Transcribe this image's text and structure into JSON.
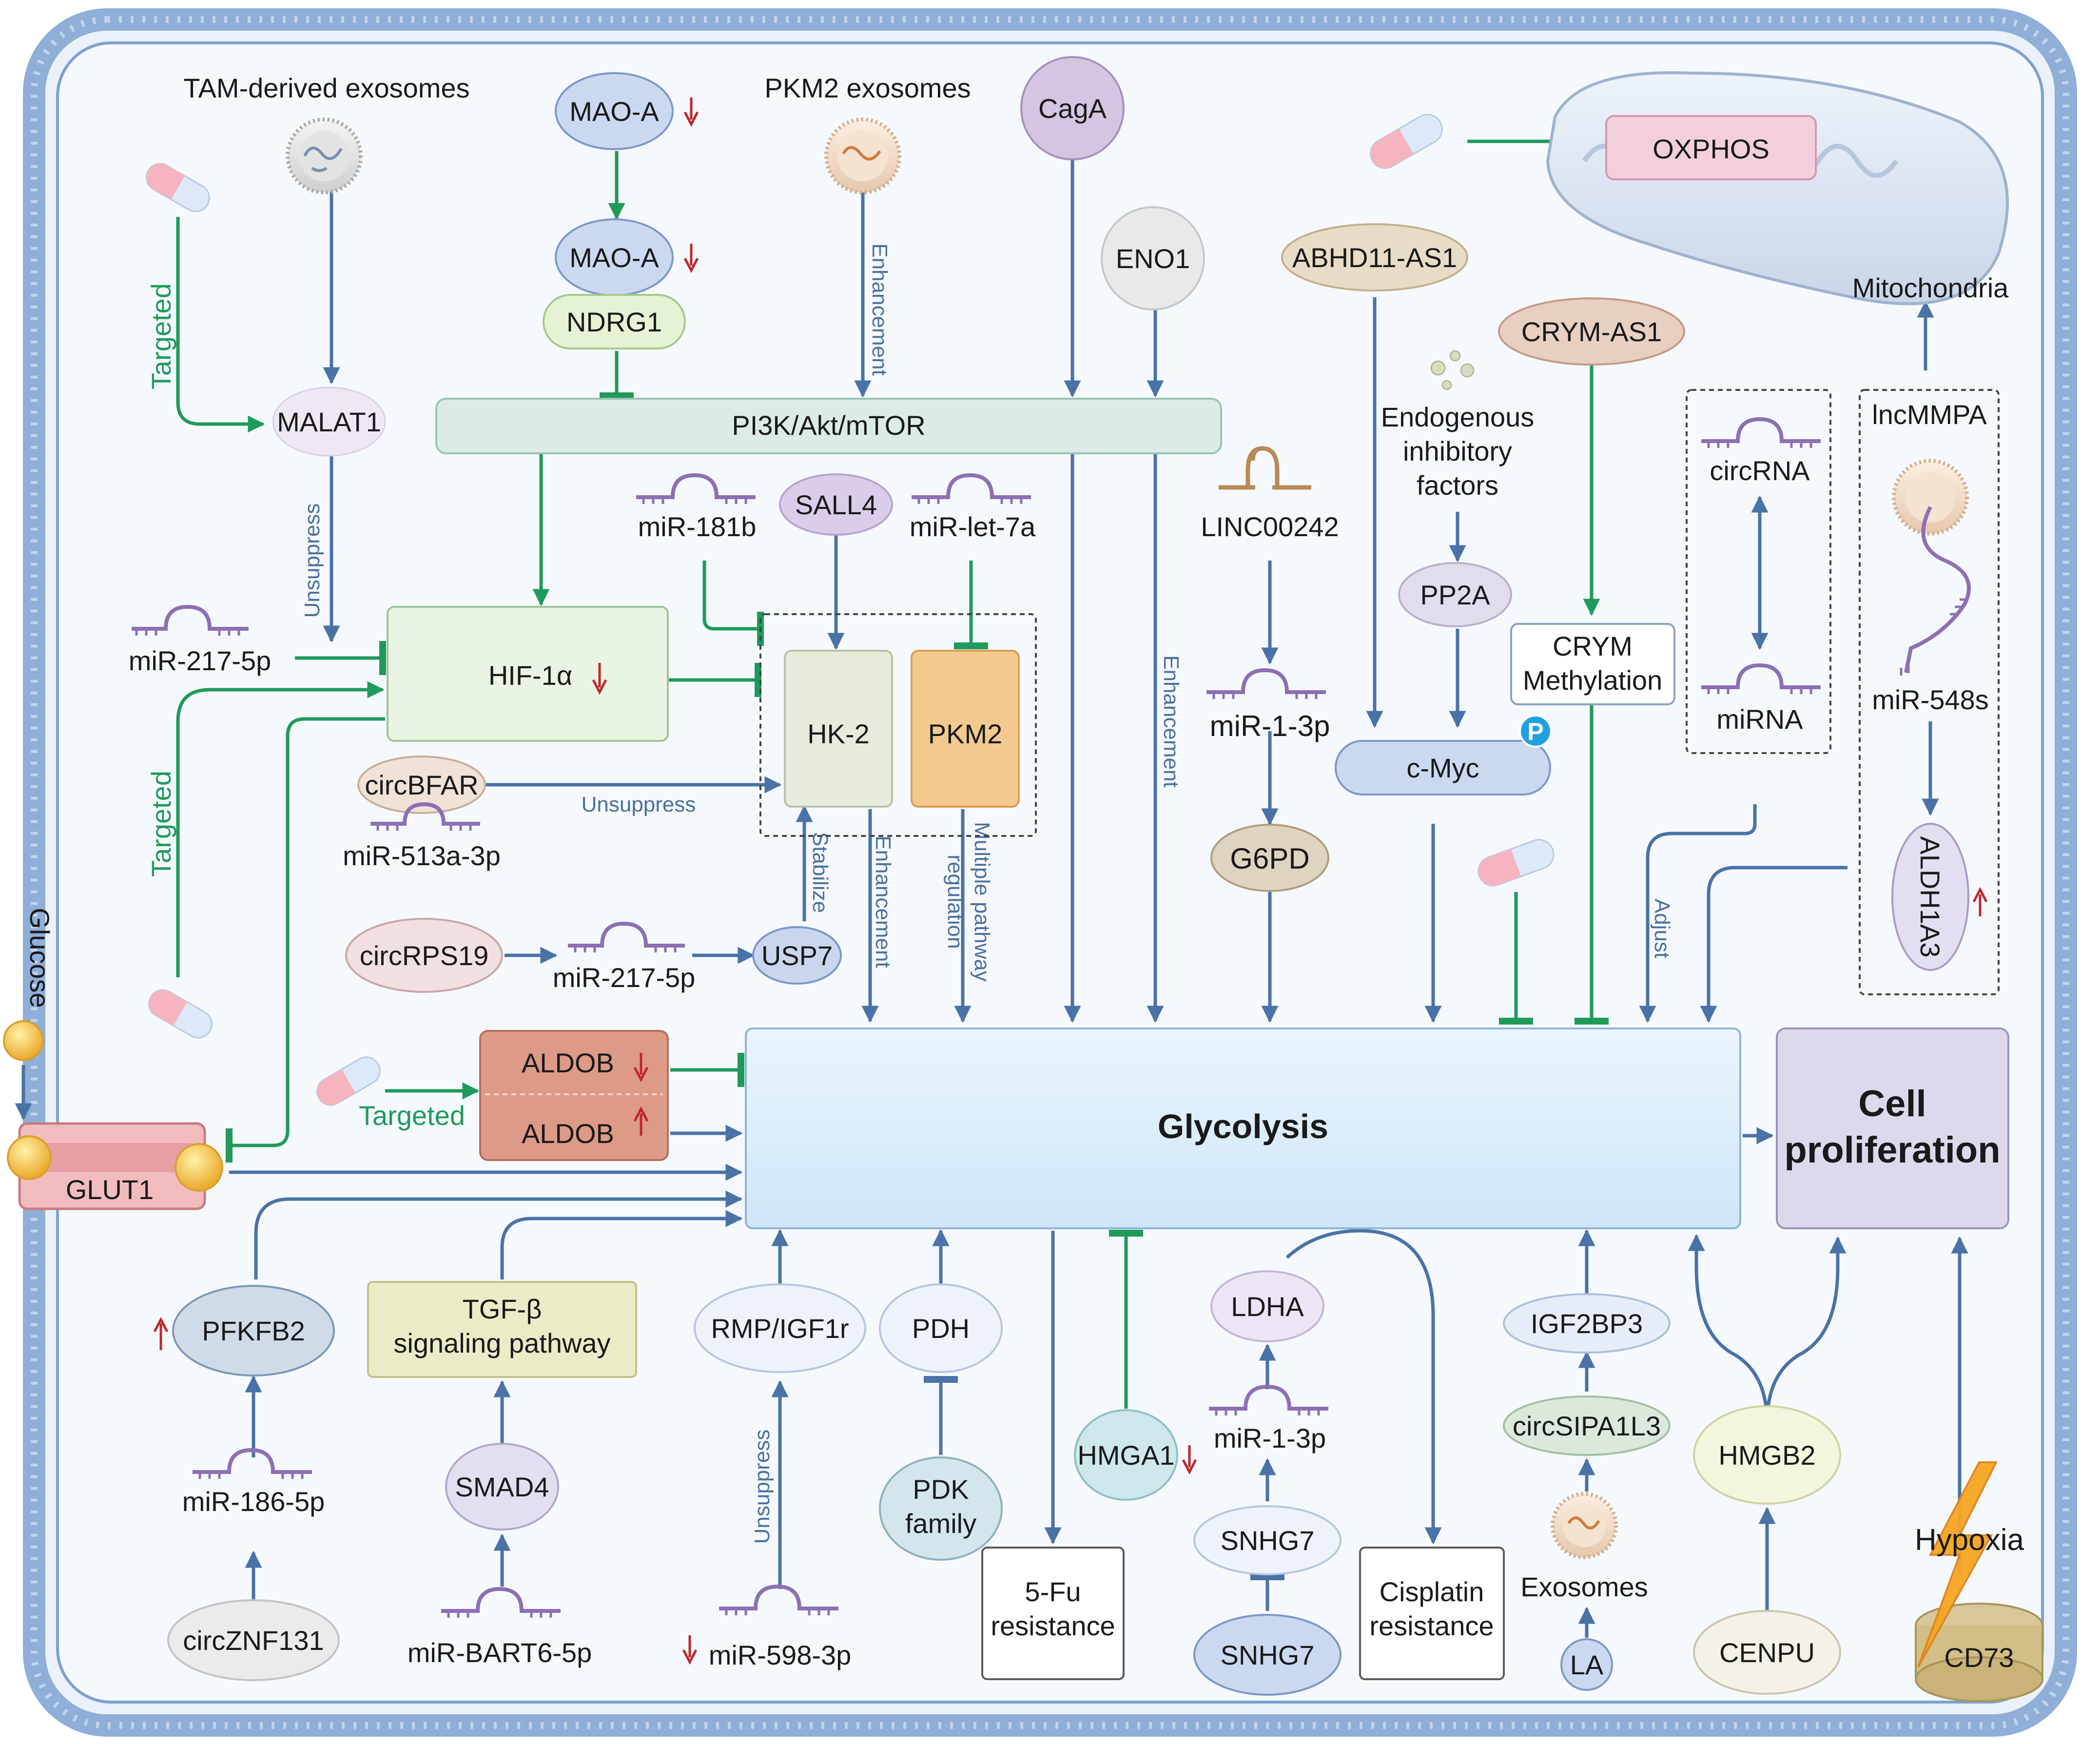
{
  "colors": {
    "blue_arrow": "#4a72a6",
    "green_arrow": "#1f9a5a",
    "red_arrow": "#c0262d",
    "membrane": "#7ea1cf",
    "cell_fill": "#f3f8fd",
    "glycolysis_fill": "#d9ecfb",
    "proliferation_fill": "#ddd8ec",
    "pathway_bar_fill": "#dcebe6",
    "hif_box_fill": "#eaf4e4",
    "hk2_fill": "#e6ebdc",
    "pkm2_fill": "#f3c990",
    "aldob_fill": "#dd9a86",
    "oxphos_fill": "#f3cfdd",
    "mitochondria_fill": "#d7e1ee",
    "glucose_fill": "#f2c14f"
  },
  "icons": [
    "exosome-icon",
    "capsule-drug-icon",
    "mirna-hairpin-icon",
    "lincrna-hairpin-icon",
    "mitochondria-icon",
    "phosphate-badge-icon",
    "lightning-icon",
    "cd73-disc-icon",
    "glucose-dot-icon",
    "up-arrow-icon",
    "down-arrow-icon"
  ],
  "labels": {
    "tam_exosomes": "TAM-derived exosomes",
    "malat1": "MALAT1",
    "targeted_1": "Targeted",
    "unsuppress_1": "Unsuppress",
    "mao_a_1": "MAO-A",
    "mao_a_2": "MAO-A",
    "ndrg1": "NDRG1",
    "pkm2_exosomes": "PKM2 exosomes",
    "enhancement_1": "Enhancement",
    "caga": "CagA",
    "eno1": "ENO1",
    "pi3k": "PI3K/Akt/mTOR",
    "mir181b": "miR-181b",
    "sall4": "SALL4",
    "mirlet7a": "miR-let-7a",
    "mir217_a": "miR-217-5p",
    "hif1a": "HIF-1α",
    "targeted_2": "Targeted",
    "hk2": "HK-2",
    "pkm2": "PKM2",
    "circbfar": "circBFAR",
    "mir513": "miR-513a-3p",
    "unsuppress_2": "Unsuppress",
    "stabilize": "Stabilize",
    "enhancement_2": "Enhancement",
    "multiple_1": "Multiple pathway",
    "multiple_2": "regulation",
    "circrps19": "circRPS19",
    "mir217_b": "miR-217-5p",
    "usp7": "USP7",
    "glucose": "Glucose",
    "glut1": "GLUT1",
    "targeted_3": "Targeted",
    "aldob_1": "ALDOB",
    "aldob_2": "ALDOB",
    "enhancement_3": "Enhancement",
    "abhd11": "ABHD11-AS1",
    "linc": "LINC00242",
    "mir13p": "miR-1-3p",
    "g6pd": "G6PD",
    "endo_1": "Endogenous",
    "endo_2": "inhibitory",
    "endo_3": "factors",
    "pp2a": "PP2A",
    "cmyc": "c-Myc",
    "p_badge": "P",
    "crymas1": "CRYM-AS1",
    "crym_1": "CRYM",
    "crym_2": "Methylation",
    "oxphos": "OXPHOS",
    "mitochondria": "Mitochondria",
    "circrna": "circRNA",
    "mirna": "miRNA",
    "adjust": "Adjust",
    "lncmmpa": "lncMMPA",
    "mir548s": "miR-548s",
    "aldh1a3": "ALDH1A3",
    "glycolysis": "Glycolysis",
    "cell_1": "Cell",
    "cell_2": "proliferation",
    "pfkfb2": "PFKFB2",
    "mir186": "miR-186-5p",
    "circznf131": "circZNF131",
    "tgfb_1": "TGF-β",
    "tgfb_2": "signaling pathway",
    "smad4": "SMAD4",
    "mirbart6": "miR-BART6-5p",
    "rmp": "RMP/IGF1r",
    "unsuppress_3": "Unsuppress",
    "mir598": "miR-598-3p",
    "pdh": "PDH",
    "pdk_1": "PDK",
    "pdk_2": "family",
    "fu_1": "5-Fu",
    "fu_2": "resistance",
    "hmga1": "HMGA1",
    "ldha": "LDHA",
    "mir13p_2": "miR-1-3p",
    "snhg7_1": "SNHG7",
    "snhg7_2": "SNHG7",
    "cis_1": "Cisplatin",
    "cis_2": "resistance",
    "igf2bp3": "IGF2BP3",
    "circsipa": "circSIPA1L3",
    "exosomes": "Exosomes",
    "la": "LA",
    "hmgb2": "HMGB2",
    "cenpu": "CENPU",
    "hypoxia": "Hypoxia",
    "cd73": "CD73"
  }
}
